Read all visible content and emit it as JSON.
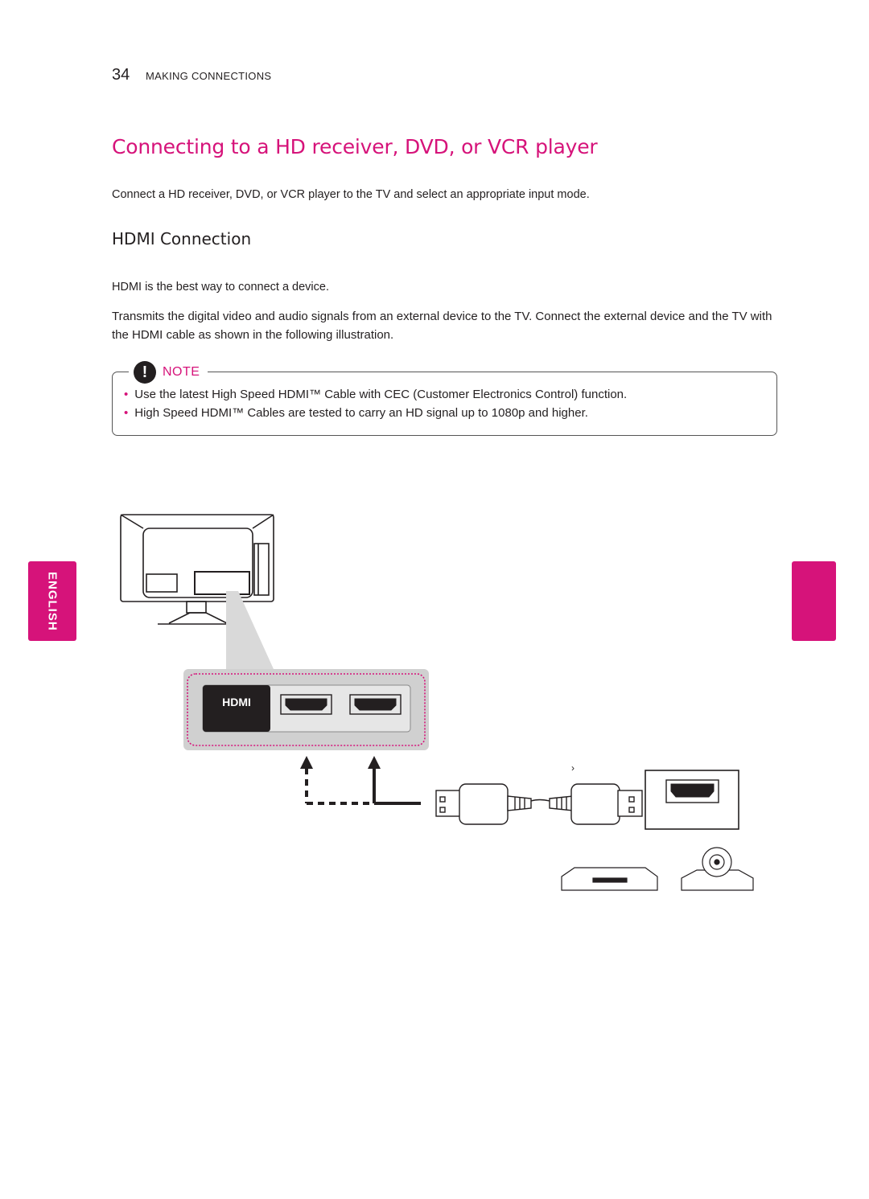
{
  "header": {
    "page_number": "34",
    "section": "MAKING CONNECTIONS"
  },
  "title": "Connecting to a HD receiver, DVD, or VCR player",
  "intro": "Connect a HD receiver, DVD, or VCR player to the TV and select an appropriate input mode.",
  "subsection": {
    "title": "HDMI Connection",
    "lead": "HDMI is the best way to connect a device.",
    "body": "Transmits the digital video and audio signals from an external device to the TV. Connect the external device and the TV with the HDMI cable as shown in the following illustration."
  },
  "note": {
    "label": "NOTE",
    "items": [
      "Use the latest High Speed HDMI™ Cable with CEC (Customer Electronics Control) function.",
      "High Speed HDMI™ Cables are tested to carry an HD signal up to 1080p and higher."
    ]
  },
  "side_tab": {
    "label": "ENGLISH"
  },
  "diagram": {
    "hdmi_logo": "HDMI",
    "stray_mark": "›"
  },
  "colors": {
    "accent": "#d6137a",
    "text": "#231f20"
  }
}
